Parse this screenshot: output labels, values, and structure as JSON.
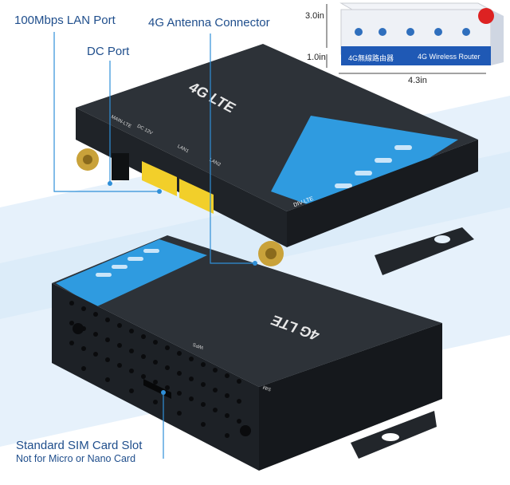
{
  "callouts": {
    "lan_port": "100Mbps LAN Port",
    "antenna": "4G Antenna Connector",
    "dc_port": "DC Port",
    "sim_slot_line1": "Standard SIM Card Slot",
    "sim_slot_line2": "Not for Micro or Nano Card"
  },
  "box": {
    "height": "3.0in",
    "depth": "1.0in",
    "width": "4.3in",
    "label_cn": "4G無線路由器",
    "label_en": "4G Wireless Router"
  },
  "router_top": {
    "logo": "4G LTE",
    "port_main_lte": "MAIN-LTE",
    "port_dc": "DC 12V",
    "port_lan1": "LAN1",
    "port_lan2": "LAN2",
    "aux_label": "DIV-LTE"
  },
  "router_bottom": {
    "logo": "4G LTE",
    "sim_label": "SIM",
    "wps_label": "WPS"
  },
  "colors": {
    "callout_blue": "#1f4e8c",
    "panel_blue": "#2f9be0",
    "body_dark": "#2b2f35",
    "lan_yellow": "#f2cf2a",
    "antenna_gold": "#c9a23a"
  }
}
